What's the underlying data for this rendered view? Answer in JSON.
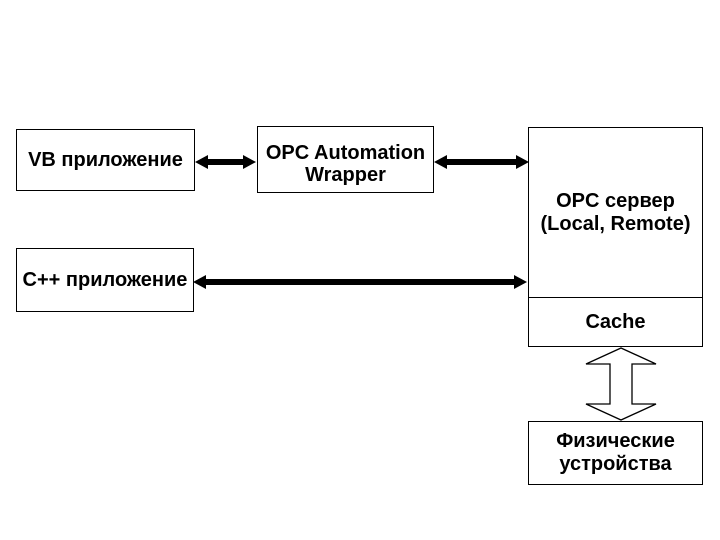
{
  "diagram": {
    "background_color": "#ffffff",
    "border_color": "#000000",
    "text_color": "#000000",
    "nodes": {
      "vb_app": {
        "label": "VB приложение"
      },
      "opc_wrapper": {
        "label": "OPC Automation Wrapper"
      },
      "opc_server": {
        "label": "OPC сервер (Local, Remote)"
      },
      "cache": {
        "label": "Cache"
      },
      "cpp_app": {
        "label": "C++ приложение"
      },
      "devices": {
        "label": "Физические устройства"
      }
    },
    "connections": [
      {
        "from": "vb_app",
        "to": "opc_wrapper",
        "style": "solid-double-arrow"
      },
      {
        "from": "opc_wrapper",
        "to": "opc_server",
        "style": "solid-double-arrow"
      },
      {
        "from": "cpp_app",
        "to": "opc_server",
        "style": "solid-double-arrow"
      },
      {
        "from": "cache",
        "to": "devices",
        "style": "hollow-double-arrow"
      }
    ]
  }
}
